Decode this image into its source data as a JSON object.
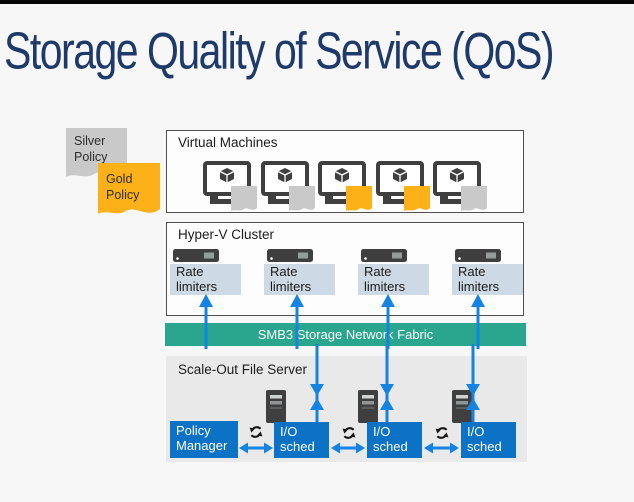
{
  "title": "Storage Quality of Service (QoS)",
  "colors": {
    "slide_bg": "#f7f7f7",
    "navy": "#1e3a6b",
    "teal": "#2aa68e",
    "box_blue": "#0c72c6",
    "arrow_blue": "#1583e2",
    "silver": "#c9c9c9",
    "gold": "#fbb117",
    "rate_box": "#cdd9e4",
    "sofs_bg": "#e9e9e9",
    "dark_icon": "#3f3f3f",
    "border_gray": "#4f4f4f",
    "label_dark": "#1c1c1c"
  },
  "policy_flags": {
    "silver": {
      "label": "Silver Policy",
      "flag": "silver"
    },
    "gold": {
      "label": "Gold Policy",
      "flag": "gold"
    }
  },
  "vm_section": {
    "label": "Virtual Machines",
    "vms": [
      {
        "flag": "silver"
      },
      {
        "flag": "silver"
      },
      {
        "flag": "gold"
      },
      {
        "flag": "gold"
      },
      {
        "flag": "silver"
      }
    ]
  },
  "hyperv_section": {
    "label": "Hyper-V Cluster",
    "nodes": [
      {
        "label": "Rate limiters"
      },
      {
        "label": "Rate limiters"
      },
      {
        "label": "Rate limiters"
      },
      {
        "label": "Rate limiters"
      }
    ]
  },
  "fabric": {
    "label": "SMB3 Storage Network Fabric"
  },
  "sofs_section": {
    "label": "Scale-Out File Server",
    "policy_manager_label": "Policy Manager",
    "schedulers": [
      {
        "label": "I/O sched"
      },
      {
        "label": "I/O sched"
      },
      {
        "label": "I/O sched"
      }
    ]
  }
}
